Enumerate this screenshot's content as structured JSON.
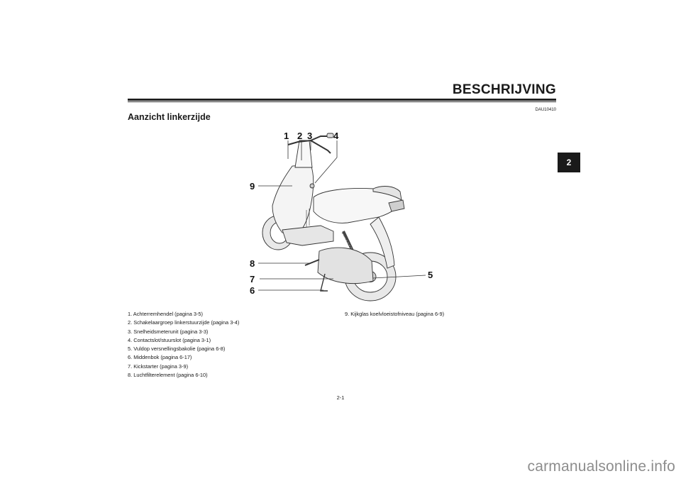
{
  "header": {
    "section_title": "BESCHRIJVING",
    "doc_code": "DAU10410"
  },
  "chapter_tab": "2",
  "heading": "Aanzicht linkerzijde",
  "figure": {
    "callouts": [
      "1",
      "2",
      "3",
      "4",
      "5",
      "6",
      "7",
      "8",
      "9"
    ]
  },
  "parts_left": [
    "1. Achterremhendel (pagina 3-5)",
    "2. Schakelaargroep linkerstuurzijde (pagina 3-4)",
    "3. Snelheidsmeterunit (pagina 3-3)",
    "4. Contactslot/stuurslot (pagina 3-1)",
    "5. Vuldop versnellingsbakolie (pagina 6-8)",
    "6. Middenbok (pagina 6-17)",
    "7. Kickstarter (pagina 3-9)",
    "8. Luchtfilterelement (pagina 6-10)"
  ],
  "parts_right": [
    "9. Kijkglas koelvloeistofniveau (pagina 6-9)"
  ],
  "page_number": "2-1",
  "watermark": "carmanualsonline.info"
}
